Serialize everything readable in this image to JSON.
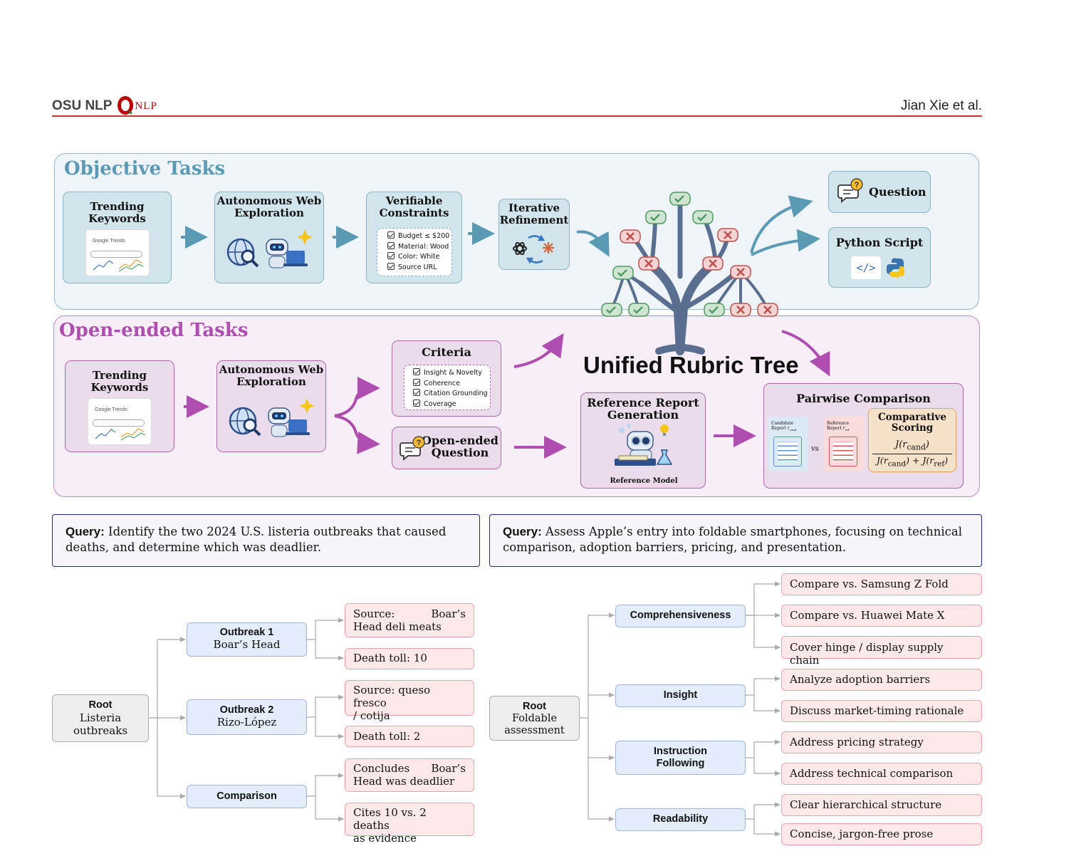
{
  "header": {
    "brand": "OSU NLP",
    "logo_text": "NLP",
    "logo_icon": "osu-block-o-logo",
    "author": "Jian Xie et al."
  },
  "objective": {
    "title": "Objective Tasks",
    "steps": {
      "trending": "Trending Keywords",
      "google_trends": "Google Trends",
      "explore": "Autonomous Web Exploration",
      "constraints_title": "Verifiable Constraints",
      "constraints": [
        "Budget ≤ $200",
        "Material: Wood",
        "Color: White",
        "Source URL"
      ],
      "refine": "Iterative Refinement"
    },
    "outputs": {
      "question": "Question",
      "script": "Python Script",
      "code_glyph": "</>"
    }
  },
  "open": {
    "title": "Open-ended Tasks",
    "trending": "Trending Keywords",
    "google_trends": "Google Trends",
    "explore": "Autonomous Web Exploration",
    "criteria_title": "Criteria",
    "criteria": [
      "Insight & Novelty",
      "Coherence",
      "Citation Grounding",
      "Coverage"
    ],
    "open_question": "Open-ended Question",
    "ref_gen": "Reference Report Generation",
    "ref_model": "Reference Model",
    "pairwise": "Pairwise Comparison",
    "candidate_label": "Candidate Report",
    "candidate_sub": "cand",
    "reference_label": "Reference Report",
    "reference_sub": "ref",
    "vs": "vs",
    "scoring_title": "Comparative Scoring",
    "formula_num": "J(r",
    "formula_num_sub": "cand",
    "formula_den1": "J(r",
    "formula_den1_sub": "cand",
    "formula_plus": ") + J(r",
    "formula_den2_sub": "ref",
    "formula_close": ")"
  },
  "unified_title": "Unified Rubric Tree",
  "icons": [
    "magnifier-globe-icon",
    "robot-icon",
    "laptop-icon",
    "sparkle-icon",
    "openai-icon",
    "claude-icon",
    "refresh-arrows-icon",
    "chat-question-icon",
    "python-icon",
    "check-icon",
    "cross-icon",
    "document-icon",
    "robot-scientist-icon"
  ],
  "query1": {
    "label": "Query:",
    "text": "Identify the two 2024 U.S. listeria outbreaks that caused deaths, and determine which was deadlier.",
    "root": {
      "title": "Root",
      "sub": "Listeria outbreaks"
    },
    "branches": [
      {
        "title": "Outbreak 1",
        "sub": "Boar’s Head",
        "leaves": [
          [
            "Source:",
            "Boar’s",
            "Head deli meats"
          ],
          [
            "Death toll: 10"
          ]
        ]
      },
      {
        "title": "Outbreak 2",
        "sub": "Rizo-López",
        "leaves": [
          [
            "Source: queso fresco",
            "/ cotija"
          ],
          [
            "Death toll: 2"
          ]
        ]
      },
      {
        "title": "Comparison",
        "sub": "",
        "leaves": [
          [
            "Concludes",
            "Boar’s",
            "Head was deadlier"
          ],
          [
            "Cites 10 vs. 2 deaths",
            "as evidence"
          ]
        ]
      }
    ]
  },
  "query2": {
    "label": "Query:",
    "text": "Assess Apple’s entry into foldable smartphones, focusing on technical comparison, adoption barriers, pricing, and presentation.",
    "root": {
      "title": "Root",
      "sub1": "Foldable",
      "sub2": "assessment"
    },
    "branches": [
      {
        "title": "Comprehensiveness",
        "leaves": [
          "Compare vs. Samsung Z Fold",
          "Compare vs. Huawei Mate X",
          "Cover hinge / display supply chain"
        ]
      },
      {
        "title": "Insight",
        "leaves": [
          "Analyze adoption barriers",
          "Discuss market-timing rationale"
        ]
      },
      {
        "title1": "Instruction",
        "title2": "Following",
        "leaves": [
          "Address pricing strategy",
          "Address technical comparison"
        ]
      },
      {
        "title": "Readability",
        "leaves": [
          "Clear hierarchical structure",
          "Concise, jargon-free prose"
        ]
      }
    ]
  },
  "colors": {
    "objective": "#5a9ab5",
    "open": "#b04db0",
    "check": "#4e9a5f",
    "cross": "#c0504d",
    "query_border": "#1e2a78"
  }
}
